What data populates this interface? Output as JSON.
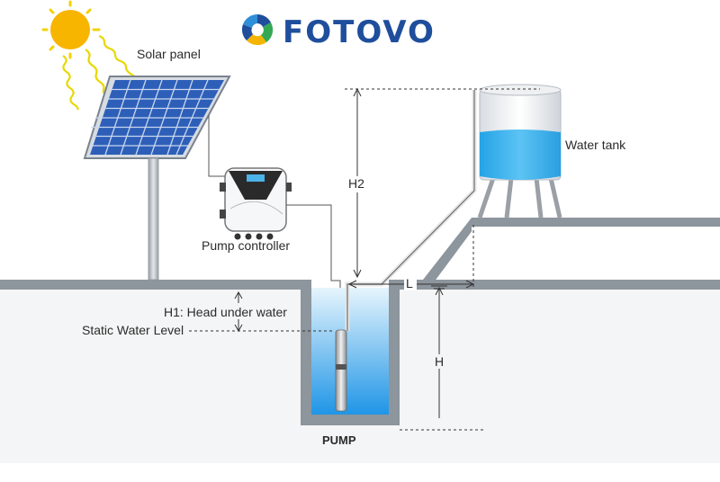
{
  "brand": {
    "name": "FOTOVO"
  },
  "labels": {
    "solar_panel": "Solar panel",
    "pump_controller": "Pump controller",
    "water_tank": "Water tank",
    "h2": "H2",
    "h1": "H1: Head under water",
    "static_water_level": "Static Water Level",
    "l": "L",
    "h": "H",
    "pump": "PUMP"
  },
  "colors": {
    "sun": "#f7b500",
    "sun_rays": "#e8d400",
    "panel_cell": "#2d5fb8",
    "ground": "#8d959d",
    "water": "#3aa8ec",
    "brand_blue": "#1f4e9c"
  }
}
